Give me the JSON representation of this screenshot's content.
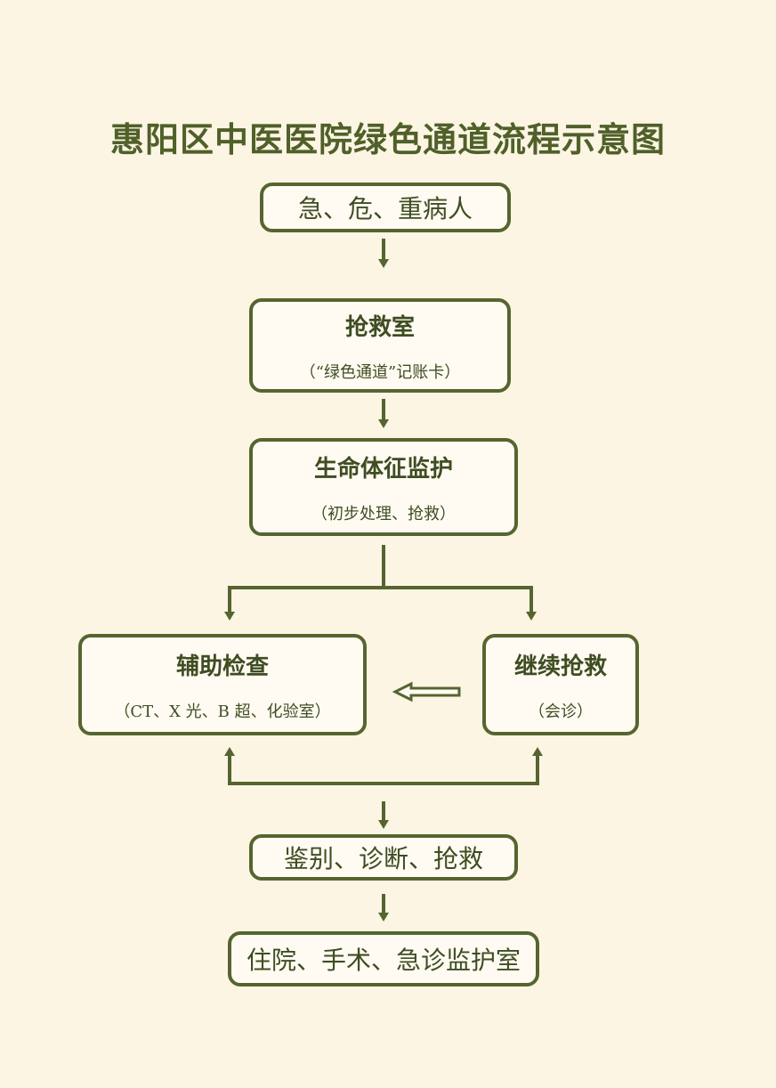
{
  "title": "惠阳区中医医院绿色通道流程示意图",
  "nodes": {
    "patients": {
      "label": "急、危、重病人"
    },
    "rescue_room": {
      "label": "抢救室",
      "note": "（“绿色通道”记账卡）"
    },
    "vital_signs": {
      "label": "生命体征监护",
      "note": "（初步处理、抢救）"
    },
    "aux_exam": {
      "label": "辅助检查",
      "note": "（CT、X 光、B 超、化验室）"
    },
    "continue_rescue": {
      "label": "继续抢救",
      "note": "（会诊）"
    },
    "diagnosis": {
      "label": "鉴别、诊断、抢救"
    },
    "admission": {
      "label": "住院、手术、急诊监护室"
    }
  },
  "colors": {
    "background": "#fdf5e4",
    "stroke": "#56652f",
    "text": "#3f4d22"
  }
}
